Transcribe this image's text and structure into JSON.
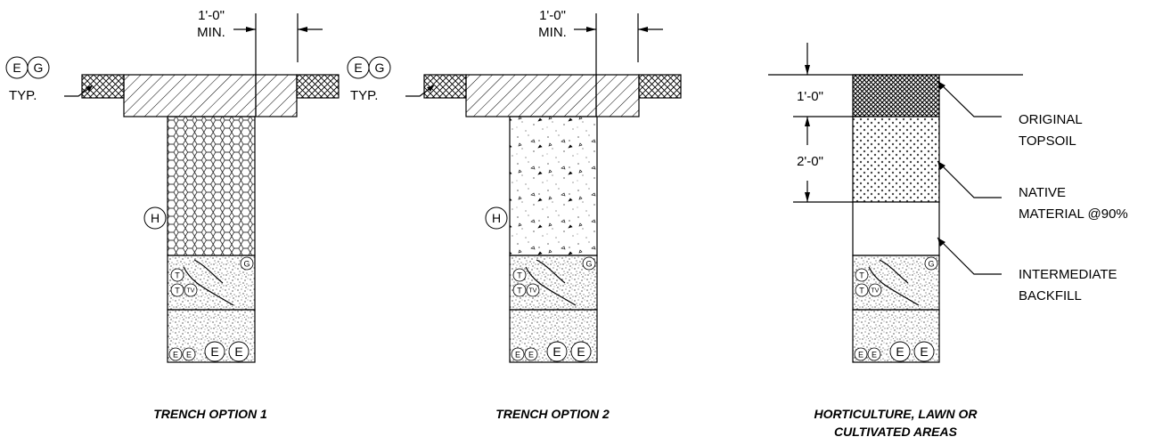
{
  "sections": [
    {
      "id": "trench-option-1",
      "title": "TRENCH OPTION 1",
      "dimension": "1'-0\"",
      "dimension_note": "MIN.",
      "typ_label": "TYP.",
      "tags": {
        "surface_left": "E",
        "surface_right": "G",
        "backfill": "H"
      }
    },
    {
      "id": "trench-option-2",
      "title": "TRENCH OPTION 2",
      "dimension": "1'-0\"",
      "dimension_note": "MIN.",
      "typ_label": "TYP.",
      "tags": {
        "surface_left": "E",
        "surface_right": "G",
        "backfill": "H"
      }
    },
    {
      "id": "horticulture",
      "title_line1": "HORTICULTURE, LAWN OR",
      "title_line2": "CULTIVATED AREAS",
      "dim_top": "1'-0\"",
      "dim_middle": "2'-0\"",
      "callouts": [
        {
          "line1": "ORIGINAL",
          "line2": "TOPSOIL"
        },
        {
          "line1": "NATIVE",
          "line2": "MATERIAL @90%"
        },
        {
          "line1": "INTERMEDIATE",
          "line2": "BACKFILL"
        }
      ]
    }
  ],
  "utility_tags": {
    "gas": "G",
    "telephone": "T",
    "tv": "TV",
    "electric": "E"
  }
}
